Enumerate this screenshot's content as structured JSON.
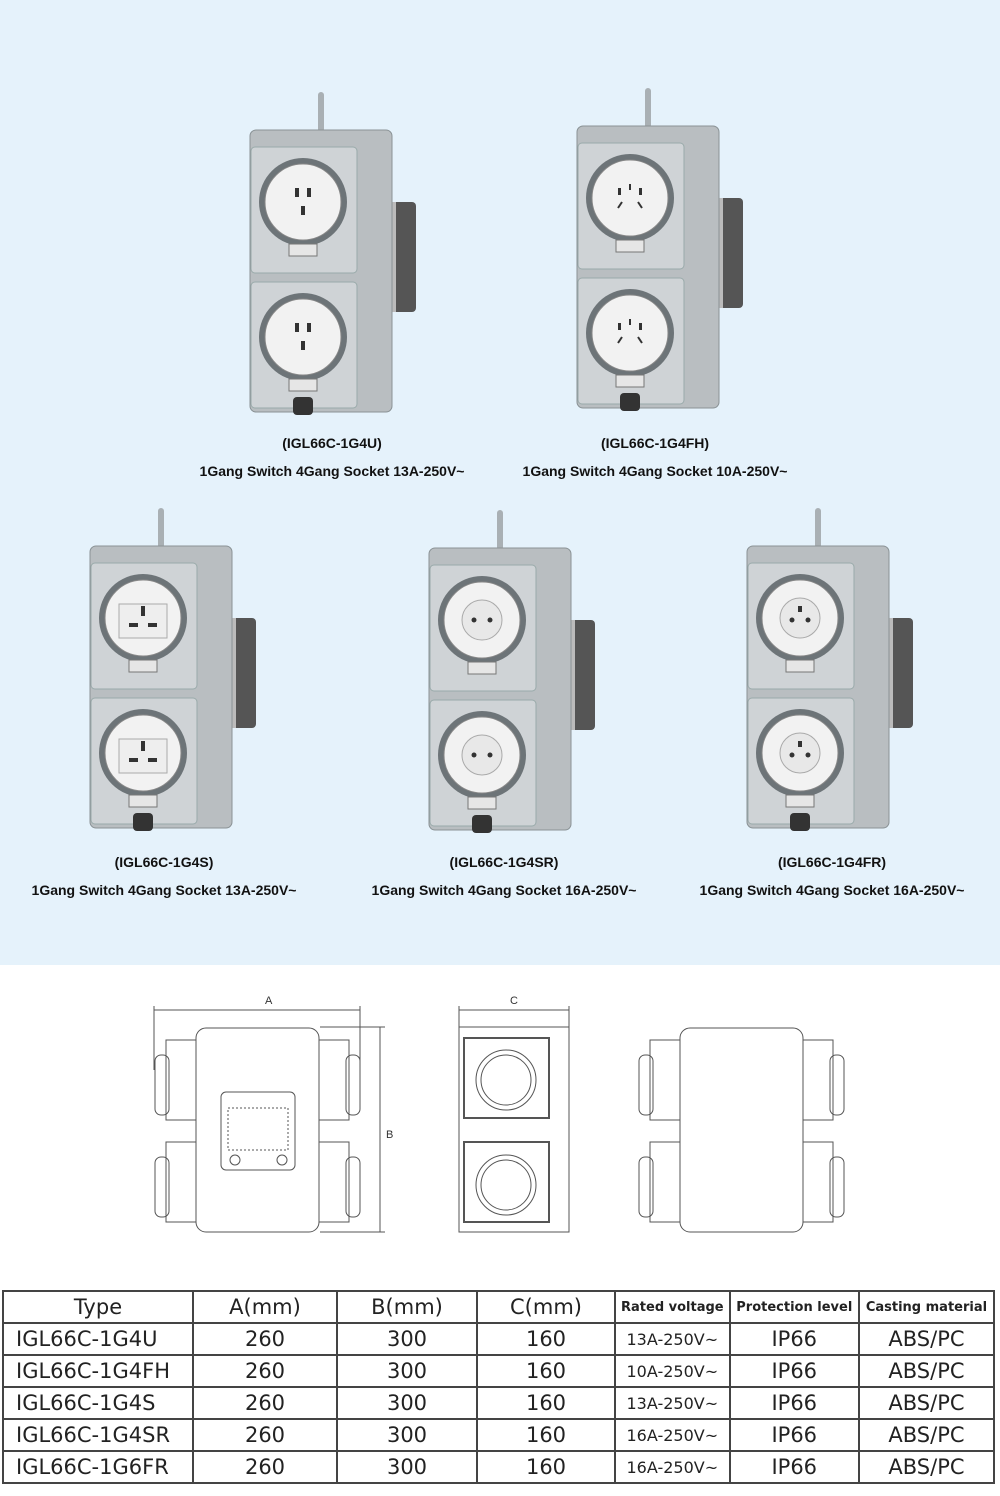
{
  "products": [
    {
      "model": "(IGL66C-1G4U)",
      "desc": "1Gang Switch 4Gang Socket 13A-250V~",
      "socket": "universal"
    },
    {
      "model": "(IGL66C-1G4FH)",
      "desc": "1Gang Switch 4Gang Socket 10A-250V~",
      "socket": "chinese"
    },
    {
      "model": "(IGL66C-1G4S)",
      "desc": "1Gang Switch 4Gang Socket 13A-250V~",
      "socket": "uk"
    },
    {
      "model": "(IGL66C-1G4SR)",
      "desc": "1Gang Switch 4Gang Socket 16A-250V~",
      "socket": "schuko"
    },
    {
      "model": "(IGL66C-1G4FR)",
      "desc": "1Gang Switch 4Gang Socket 16A-250V~",
      "socket": "french"
    }
  ],
  "drawing": {
    "label_a": "A",
    "label_b": "B",
    "label_c": "C"
  },
  "table": {
    "headers": [
      "Type",
      "A(mm)",
      "B(mm)",
      "C(mm)",
      "Rated voltage",
      "Protection level",
      "Casting material"
    ],
    "rows": [
      [
        "IGL66C-1G4U",
        "260",
        "300",
        "160",
        "13A-250V~",
        "IP66",
        "ABS/PC"
      ],
      [
        "IGL66C-1G4FH",
        "260",
        "300",
        "160",
        "10A-250V~",
        "IP66",
        "ABS/PC"
      ],
      [
        "IGL66C-1G4S",
        "260",
        "300",
        "160",
        "13A-250V~",
        "IP66",
        "ABS/PC"
      ],
      [
        "IGL66C-1G4SR",
        "260",
        "300",
        "160",
        "16A-250V~",
        "IP66",
        "ABS/PC"
      ],
      [
        "IGL66C-1G6FR",
        "260",
        "300",
        "160",
        "16A-250V~",
        "IP66",
        "ABS/PC"
      ]
    ]
  }
}
